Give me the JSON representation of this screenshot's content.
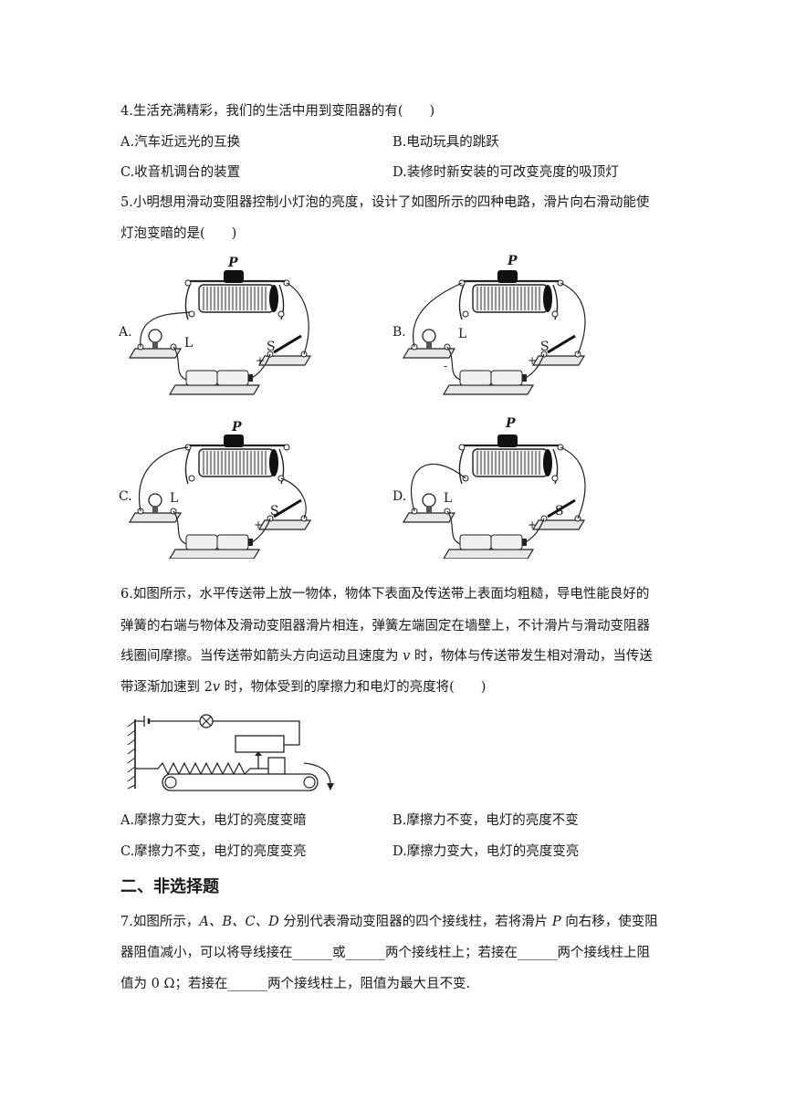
{
  "q4": {
    "stem": "4.生活充满精彩，我们的生活中用到变阻器的有(　　)",
    "options": {
      "A": "A.汽车近远光的互换",
      "B": "B.电动玩具的跳跃",
      "C": "C.收音机调台的装置",
      "D": "D.装修时新安装的可改变亮度的吸顶灯"
    }
  },
  "q5": {
    "stem_line1": "5.小明想用滑动变阻器控制小灯泡的亮度，设计了如图所示的四种电路，滑片向右滑动能使",
    "stem_line2": "灯泡变暗的是(　　)",
    "figure_labels": {
      "A": "A.",
      "B": "B.",
      "C": "C.",
      "D": "D.",
      "slider": "P",
      "lamp": "L",
      "switch": "S",
      "plus": "+",
      "minus": "-"
    }
  },
  "q6": {
    "line1": "6.如图所示，水平传送带上放一物体，物体下表面及传送带上表面均粗糙，导电性能良好的",
    "line2": "弹簧的右端与物体及滑动变阻器滑片相连，弹簧左端固定在墙壁上，不计滑片与滑动变阻器",
    "line3_a": "线圈间摩擦。当传送带如箭头方向运动且速度为 ",
    "line3_v": "v",
    "line3_b": " 时，物体与传送带发生相对滑动，当传送",
    "line4_a": "带逐渐加速到 2",
    "line4_v": "v",
    "line4_b": " 时，物体受到的摩擦力和电灯的亮度将(　　)",
    "options": {
      "A": "A.摩擦力变大，电灯的亮度变暗",
      "B": "B.摩擦力不变，电灯的亮度不变",
      "C": "C.摩擦力不变，电灯的亮度变亮",
      "D": "D.摩擦力变大，电灯的亮度变亮"
    }
  },
  "section2": {
    "title": "二、非选择题"
  },
  "q7": {
    "line1_a": "7.如图所示，",
    "line1_letters": "A、B、C、D",
    "line1_b": " 分别代表滑动变阻器的四个接线柱，若将滑片 ",
    "line1_p": "P",
    "line1_c": " 向右移，使变阻",
    "line2": "器阻值减小，可以将导线接在______或______两个接线柱上；若接在______两个接线柱上阻",
    "line3": "值为 0 Ω；若接在______两个接线柱上，阻值为最大且不变."
  }
}
